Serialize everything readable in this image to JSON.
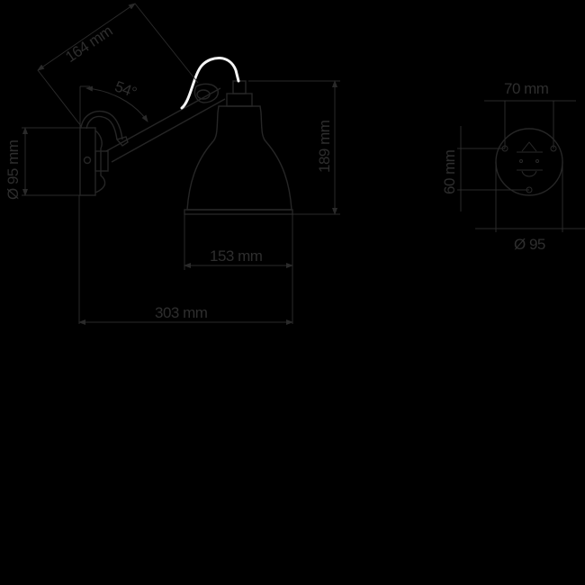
{
  "background_color": "#000000",
  "line_color": "#262626",
  "cable_color": "#f5f5f5",
  "side_view": {
    "dimensions": {
      "arm_length": "164 mm",
      "arm_angle": "54°",
      "base_diameter": "Ø 95 mm",
      "shade_height": "189 mm",
      "shade_width": "153 mm",
      "total_projection": "303 mm"
    }
  },
  "base_plate_view": {
    "dimensions": {
      "hole_spacing_horizontal": "70 mm",
      "hole_spacing_vertical": "60 mm",
      "plate_diameter": "Ø 95"
    }
  }
}
